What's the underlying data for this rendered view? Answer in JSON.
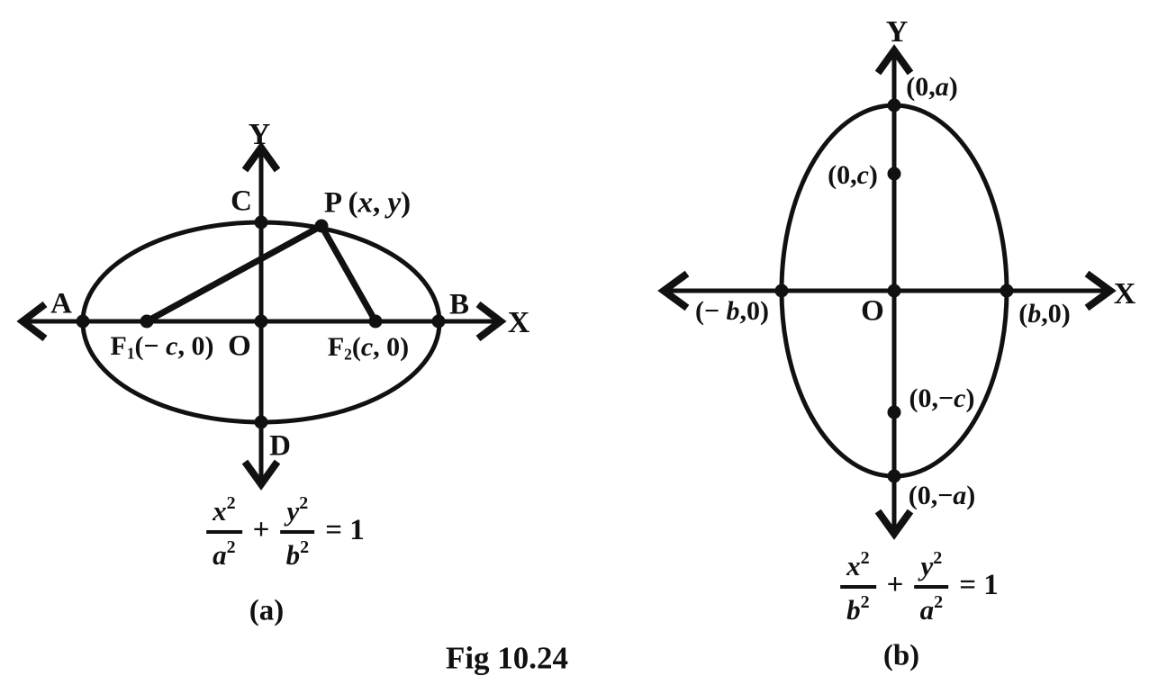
{
  "caption": "Fig 10.24",
  "colors": {
    "ink": "#111111",
    "background": "#ffffff"
  },
  "left": {
    "axis_x": "X",
    "axis_y": "Y",
    "vertex_a": "A",
    "vertex_b": "B",
    "vertex_c": "C",
    "vertex_d": "D",
    "origin": "O",
    "p_label": {
      "base": "P ",
      "pre": "(",
      "x": "x",
      "comma": ", ",
      "y": "y",
      "post": ")"
    },
    "f1": {
      "base": "F",
      "sub": "1",
      "pre": "(− ",
      "var": "c",
      "post": ", 0)"
    },
    "f2": {
      "base": "F",
      "sub": "2",
      "pre": "(",
      "var": "c",
      "post": ", 0)"
    },
    "equation": {
      "num1": {
        "base": "x",
        "exp": "2"
      },
      "den1": {
        "base": "a",
        "exp": "2"
      },
      "plus": "+",
      "num2": {
        "base": "y",
        "exp": "2"
      },
      "den2": {
        "base": "b",
        "exp": "2"
      },
      "rhs": "= 1"
    },
    "panel_label": "(a)"
  },
  "right": {
    "axis_x": "X",
    "axis_y": "Y",
    "origin": "O",
    "top_vertex": {
      "pre": "(0,",
      "var": "a",
      "post": ")"
    },
    "top_focus": {
      "pre": "(0,",
      "var": "c",
      "post": ")"
    },
    "left_vertex": {
      "pre": "(− ",
      "var": "b",
      "post": ",0)"
    },
    "right_vertex": {
      "pre": "(",
      "var": "b",
      "post": ",0)"
    },
    "bottom_focus": {
      "pre": "(0,−",
      "var": "c",
      "post": ")"
    },
    "bottom_vertex": {
      "pre": "(0,−",
      "var": "a",
      "post": ")"
    },
    "equation": {
      "num1": {
        "base": "x",
        "exp": "2"
      },
      "den1": {
        "base": "b",
        "exp": "2"
      },
      "plus": "+",
      "num2": {
        "base": "y",
        "exp": "2"
      },
      "den2": {
        "base": "a",
        "exp": "2"
      },
      "rhs": "= 1"
    },
    "panel_label": "(b)"
  }
}
